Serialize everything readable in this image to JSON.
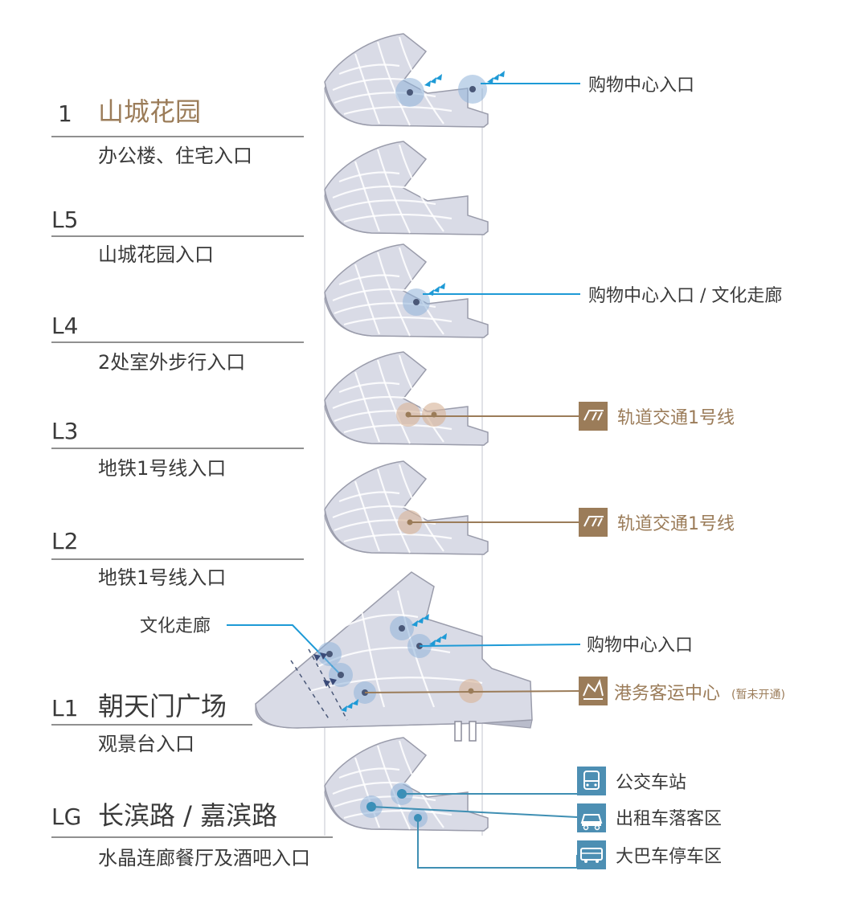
{
  "levels": {
    "roof": {
      "code": "1",
      "name": "山城花园",
      "entry": "办公楼、住宅入口"
    },
    "l5": {
      "code": "L5",
      "entry": "山城花园入口"
    },
    "l4": {
      "code": "L4",
      "entry": "2处室外步行入口"
    },
    "l3": {
      "code": "L3",
      "entry": "地铁1号线入口"
    },
    "l2": {
      "code": "L2",
      "entry": "地铁1号线入口"
    },
    "l1": {
      "code": "L1",
      "name": "朝天门广场",
      "entry": "观景台入口"
    },
    "lg": {
      "code": "LG",
      "name": "长滨路 / 嘉滨路",
      "entry": "水晶连廊餐厅及酒吧入口"
    }
  },
  "callouts": {
    "roof_mall": "购物中心入口",
    "l4_mall": "购物中心入口 / 文化走廊",
    "l3_metro": "轨道交通1号线",
    "l2_metro": "轨道交通1号线",
    "l1_culture": "文化走廊",
    "l1_mall": "购物中心入口",
    "l1_port": "港务客运中心",
    "l1_port_note": "(暂未开通)",
    "lg_bus": "公交车站",
    "lg_taxi": "出租车落客区",
    "lg_coach": "大巴车停车区"
  },
  "icons": {
    "metro": "metro-logo-icon",
    "port": "ferry-terminal-icon",
    "bus": "bus-icon",
    "taxi": "taxi-icon",
    "coach": "coach-icon"
  },
  "colors": {
    "slab": "#d9dbe6",
    "blue_accent": "#1e9ad6",
    "brown_accent": "#9b7c59",
    "teal_accent": "#4d8fb3",
    "navy_arrows": "#3a4a78"
  }
}
